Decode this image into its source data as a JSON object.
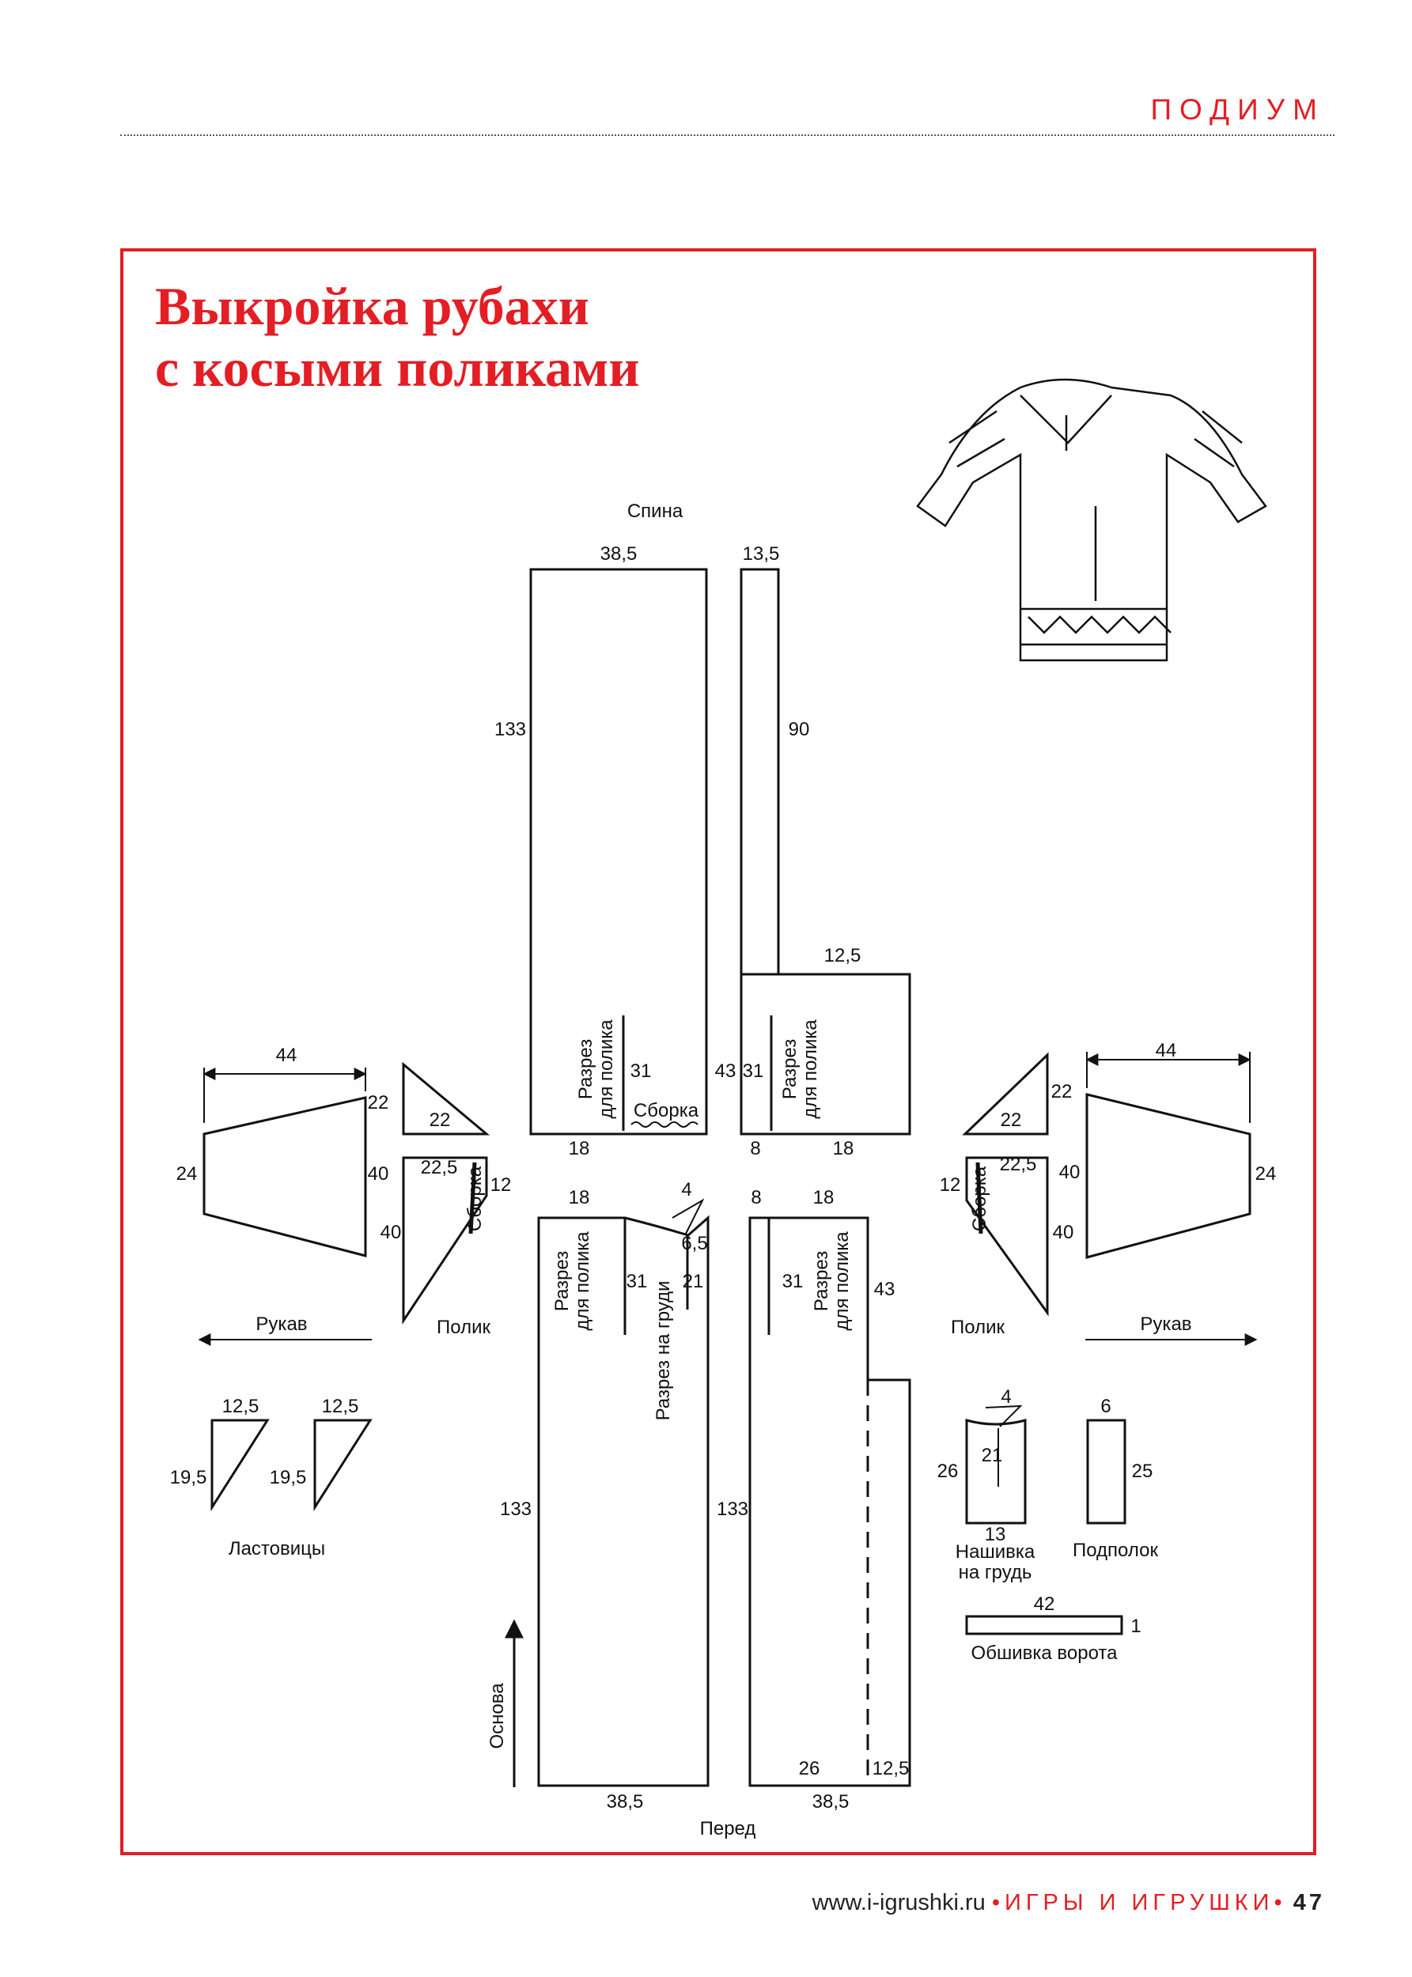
{
  "header": {
    "section": "ПОДИУМ"
  },
  "title": {
    "line1": "Выкройка рубахи",
    "line2": "с косыми поликами"
  },
  "diagram": {
    "back_label": "Спина",
    "front_label": "Перед",
    "back_width": "38,5",
    "back_height": "133",
    "strip_width": "13,5",
    "strip_height": "90",
    "extension_width": "12,5",
    "neck_slit": "Разрез\nдля полика",
    "slit_31": "31",
    "gather": "Сборка",
    "n43": "43",
    "n18": "18",
    "n8": "8",
    "n4": "4",
    "n65": "6,5",
    "n21": "21",
    "chest_slit": "Разрез на груди",
    "front_height": "133",
    "front_width": "38,5",
    "n26": "26",
    "warp": "Основа",
    "sleeve_label": "Рукав",
    "sleeve_width": "44",
    "sleeve_side": "24",
    "sleeve_40": "40",
    "sleeve_22": "22",
    "polik_label": "Полик",
    "polik_22": "22",
    "polik_225": "22,5",
    "polik_12": "12",
    "polik_40": "40",
    "gusset_label": "Ластовицы",
    "gusset_top": "12,5",
    "gusset_side": "19,5",
    "chest_patch_label": "Нашивка\nна грудь",
    "chest_patch_13": "13",
    "chest_patch_26": "26",
    "chest_patch_21": "21",
    "chest_patch_4": "4",
    "underpolik_label": "Подполок",
    "underpolik_6": "6",
    "underpolik_25": "25",
    "collar_label": "Обшивка ворота",
    "collar_42": "42",
    "collar_1": "1"
  },
  "footer": {
    "url": "www.i-igrushki.ru",
    "brand": "•ИГРЫ И ИГРУШКИ•",
    "page": "47"
  },
  "colors": {
    "accent": "#e31e24"
  }
}
